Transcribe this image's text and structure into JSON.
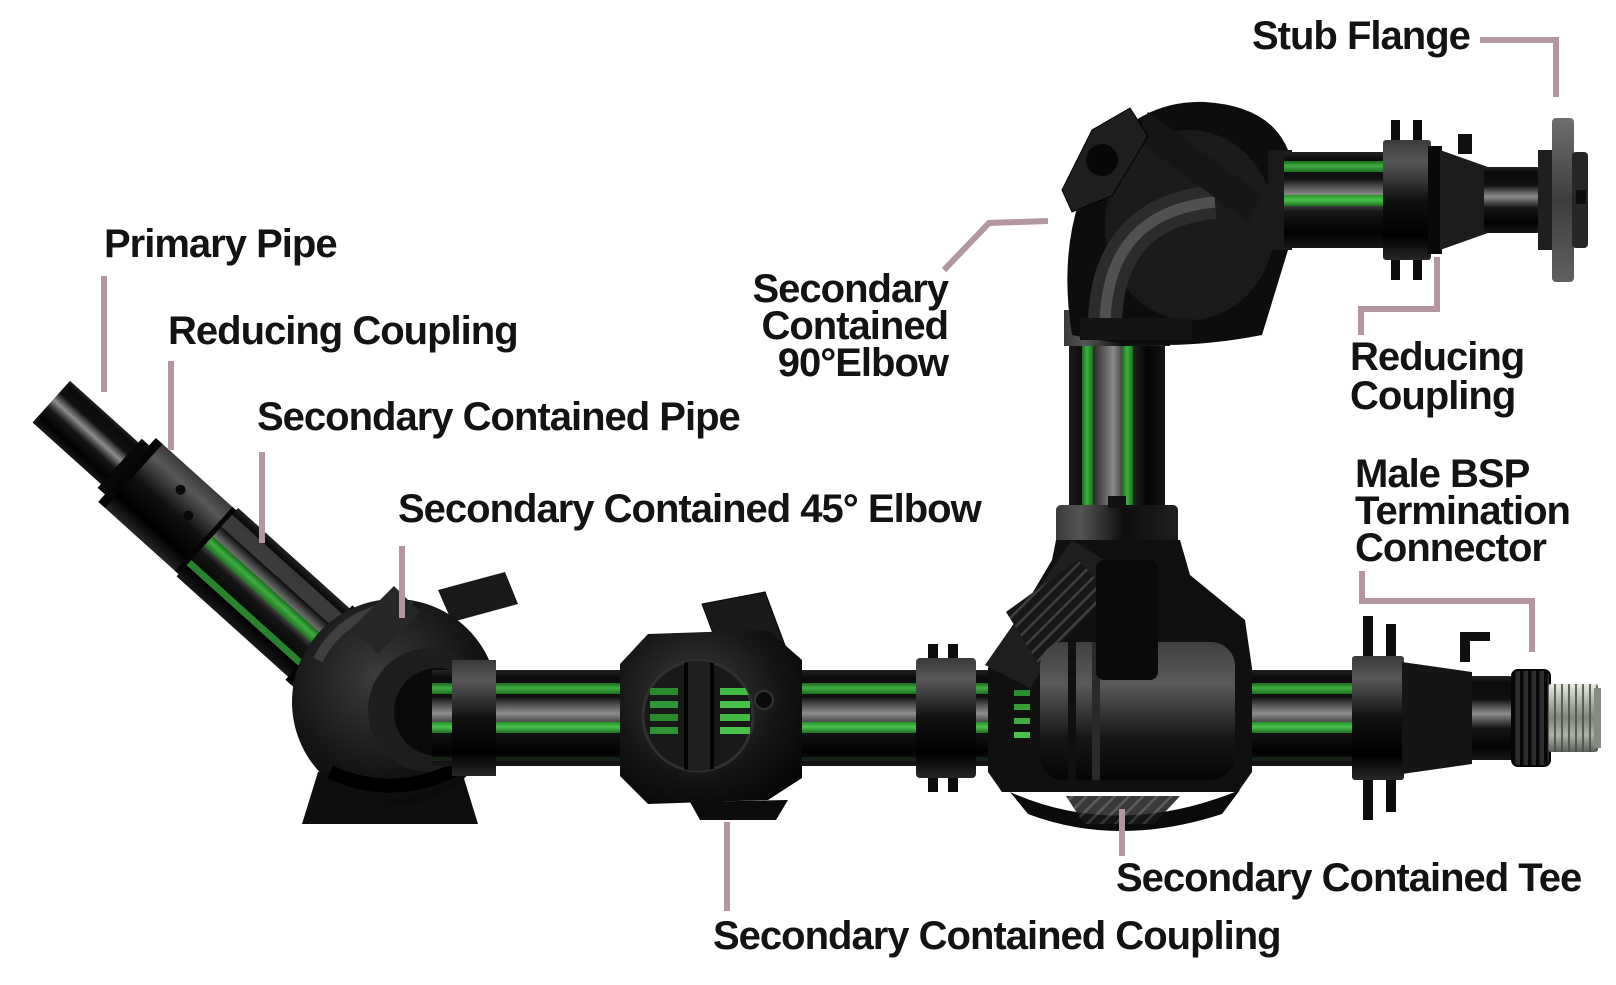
{
  "diagram": {
    "title": "Secondary contained piping system components",
    "colors": {
      "background": "#ffffff",
      "label_text": "#131313",
      "leader_line": "#b495a2",
      "pipe_dark": "#101010",
      "stripe_green": "#3fae42",
      "stripe_green_bright": "#49c24c",
      "metal_silver": "#aab0a6"
    },
    "labels": {
      "primary_pipe": "Primary Pipe",
      "reducing_coupling_left": "Reducing Coupling",
      "secondary_contained_pipe": "Secondary Contained Pipe",
      "secondary_contained_45_elbow": "Secondary Contained 45° Elbow",
      "secondary_contained_90_elbow": "Secondary\nContained\n90°Elbow",
      "stub_flange": "Stub Flange",
      "reducing_coupling_right": "Reducing\nCoupling",
      "male_bsp_termination_connector": "Male BSP\nTermination\nConnector",
      "secondary_contained_tee": "Secondary Contained Tee",
      "secondary_contained_coupling": "Secondary Contained Coupling"
    }
  }
}
